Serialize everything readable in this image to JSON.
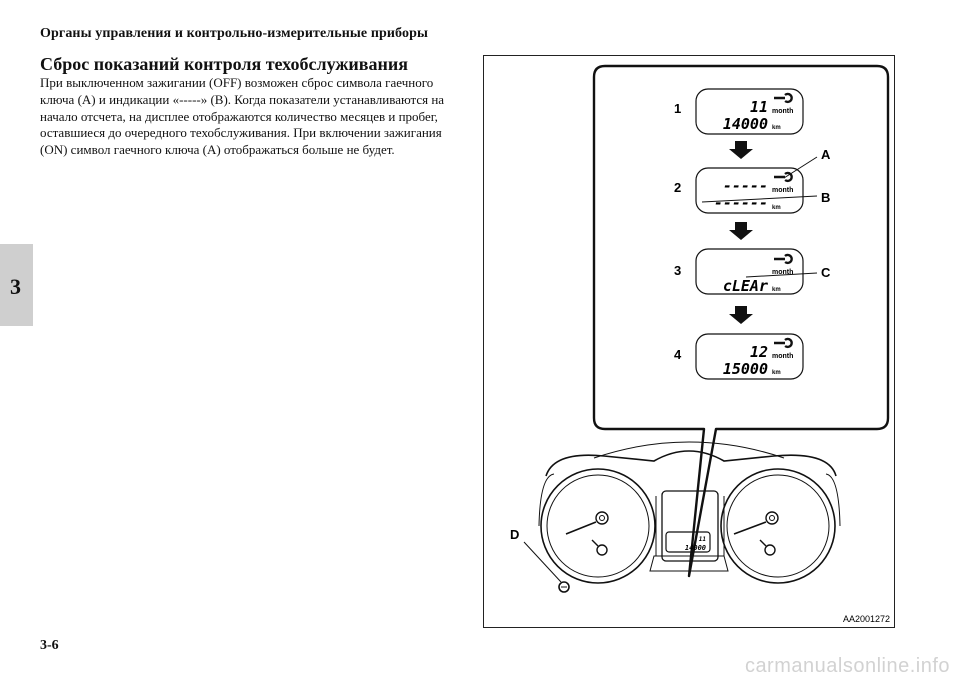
{
  "header": {
    "title": "Органы управления и контрольно-измерительные приборы"
  },
  "chapter": {
    "number": "3"
  },
  "section": {
    "title": "Сброс показаний контроля техобслуживания",
    "paragraph": "При выключенном зажигании (OFF) возможен сброс символа гаечного ключа (A) и индикации «-----» (B). Когда показатели устанавливаются на начало отсчета, на дисплее отображаются количество месяцев и пробег, оставшиеся до очередного техобслуживания. При включении зажигания (ON) символ гаечного ключа (A) отображаться больше не будет."
  },
  "figure": {
    "code": "AA2001272",
    "steps": [
      {
        "number": "1",
        "top": "11",
        "bottom": "14000"
      },
      {
        "number": "2",
        "top": "-----",
        "bottom": "------"
      },
      {
        "number": "3",
        "top": "",
        "bottom": "cLEAr"
      },
      {
        "number": "4",
        "top": "12",
        "bottom": "15000"
      }
    ],
    "callouts": {
      "a": "A",
      "b": "B",
      "c": "C",
      "d": "D"
    },
    "units": {
      "month": "month",
      "km": "km"
    },
    "mini_display": {
      "top": "11",
      "bottom": "14000"
    },
    "icons": {
      "wrench": "wrench-icon",
      "arrow": "arrow-down-icon"
    }
  },
  "footer": {
    "page_number": "3-6",
    "watermark": "carmanualsonline.info"
  }
}
